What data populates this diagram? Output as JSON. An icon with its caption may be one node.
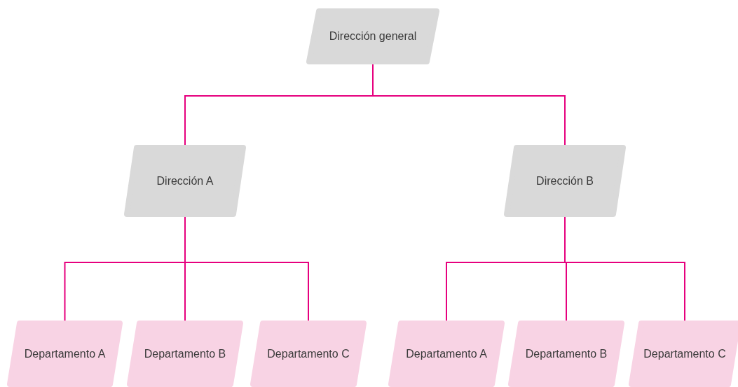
{
  "diagram": {
    "nodes": [
      {
        "text": [
          "Dirección general"
        ]
      },
      {
        "text": [
          "Dirección A"
        ]
      },
      {
        "text": [
          "Dirección B"
        ]
      },
      {
        "text": [
          "Departamento A"
        ]
      },
      {
        "text": [
          "Departamento B"
        ]
      },
      {
        "text": [
          "Departamento C"
        ]
      },
      {
        "text": [
          "Departamento A"
        ]
      },
      {
        "text": [
          "Departamento B"
        ]
      },
      {
        "text": [
          "Departamento C"
        ]
      }
    ],
    "edges": [
      {
        "from": 0,
        "to": 1,
        "arrow": "none"
      },
      {
        "from": 0,
        "to": 2,
        "arrow": "none"
      },
      {
        "from": 1,
        "to": 3,
        "arrow": "none"
      },
      {
        "from": 1,
        "to": 4,
        "arrow": "none"
      },
      {
        "from": 1,
        "to": 5,
        "arrow": "none"
      },
      {
        "from": 2,
        "to": 6,
        "arrow": "none"
      },
      {
        "from": 2,
        "to": 7,
        "arrow": "none"
      },
      {
        "from": 2,
        "to": 8,
        "arrow": "none"
      }
    ]
  }
}
